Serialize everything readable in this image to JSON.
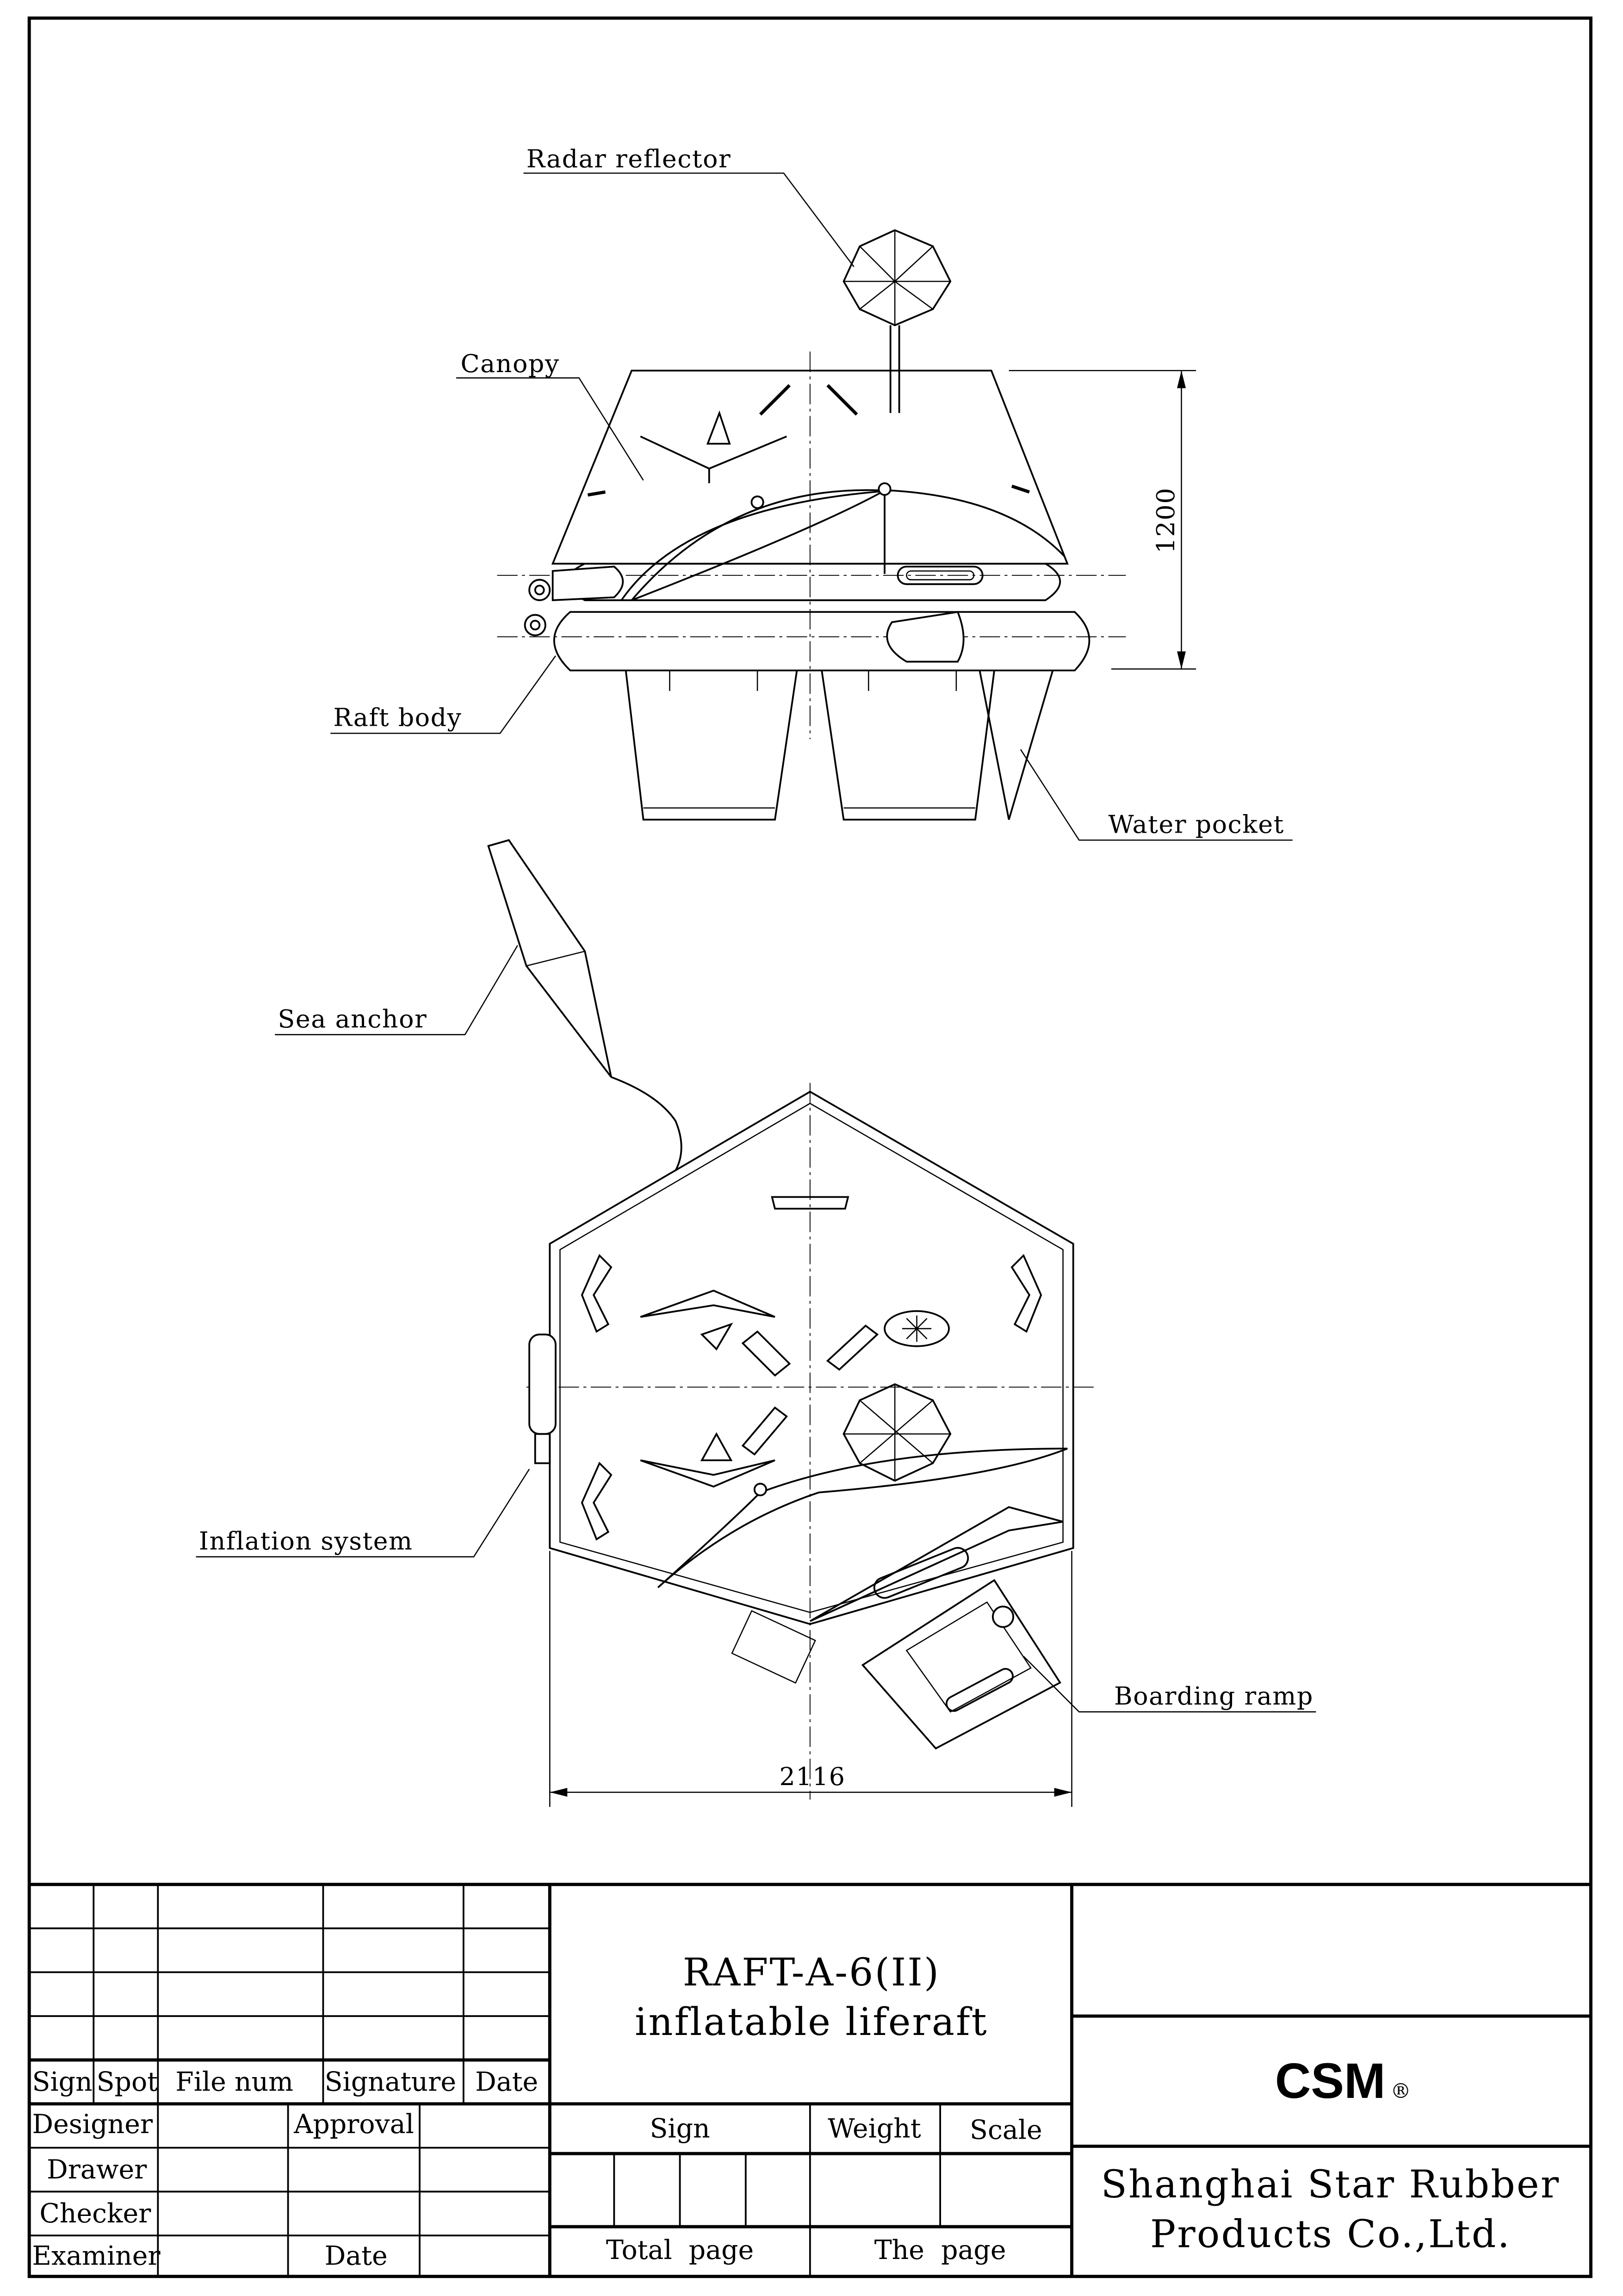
{
  "drawing": {
    "labels": {
      "radar_reflector": "Radar reflector",
      "canopy": "Canopy",
      "raft_body": "Raft body",
      "water_pocket": "Water pocket",
      "sea_anchor": "Sea anchor",
      "inflation_system": "Inflation system",
      "boarding_ramp": "Boarding ramp"
    },
    "dimensions": {
      "height": "1200",
      "width": "2116"
    }
  },
  "title_block": {
    "revision_headers": [
      "Sign",
      "Spot",
      "File num",
      "Signature",
      "Date"
    ],
    "roles": [
      "Designer",
      "Drawer",
      "Checker",
      "Examiner"
    ],
    "approval_label": "Approval",
    "date_label": "Date",
    "title_line1": "RAFT-A-6(II)",
    "title_line2": "inflatable liferaft",
    "sign_label": "Sign",
    "weight_label": "Weight",
    "scale_label": "Scale",
    "total_page_label": "Total  page",
    "the_page_label": "The  page",
    "logo": "CSM",
    "logo_mark": "®",
    "company_line1": "Shanghai Star Rubber",
    "company_line2": "Products Co.,Ltd."
  }
}
